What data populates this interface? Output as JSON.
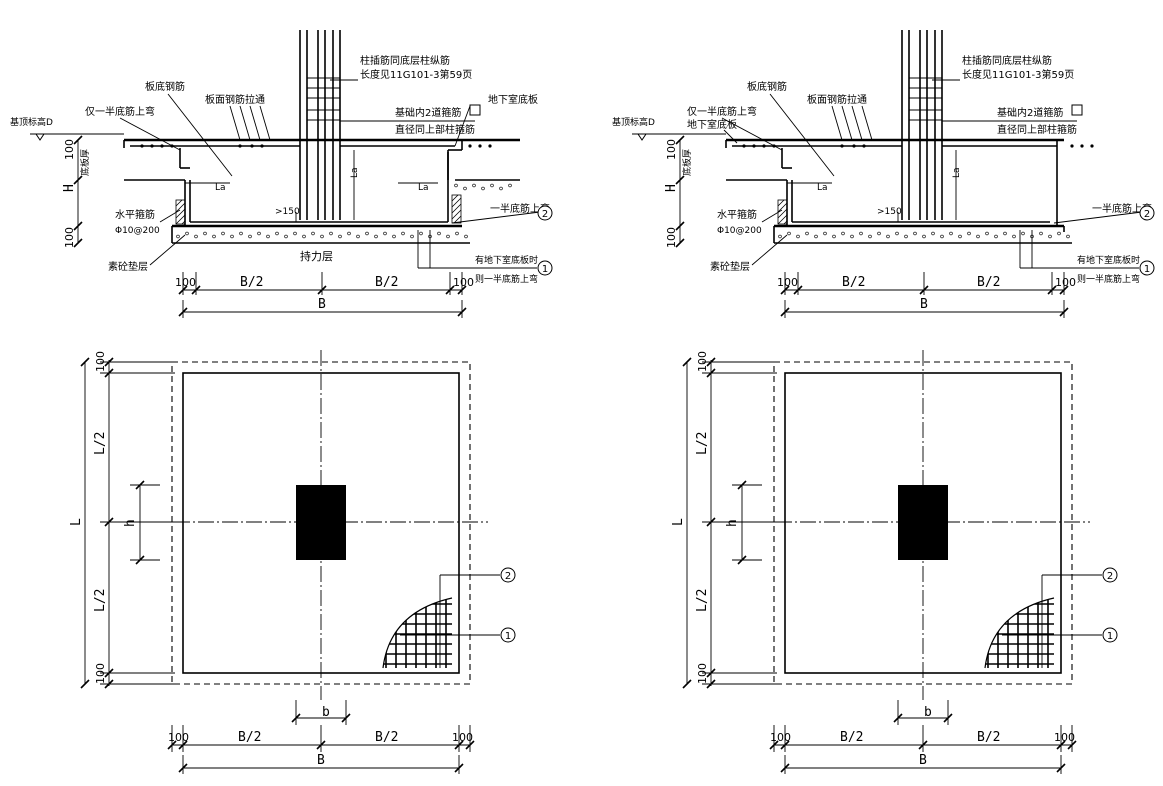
{
  "left_detail": {
    "section_labels": {
      "col_bar_note1": "柱插筋同底层柱纵筋",
      "col_bar_note2": "长度见11G101-3第59页",
      "bottom_rebar": "板底钢筋",
      "half_bottom_up": "仅一半底筋上弯",
      "top_rebar_tie": "板面钢筋拉通",
      "foundation_stirrup": "基础内2道箍筋",
      "basement_slab": "地下室底板",
      "same_diameter": "直径同上部柱箍筋",
      "top_elev": "基顶标高D",
      "slab_thk": "底板厚",
      "H": "H",
      "dim_100": "100",
      "dim_100b": "100",
      "horiz_stirrup": "水平箍筋",
      "stirrup_spec": "Φ10@200",
      "half_bottom_up2": "一半底筋上弯",
      "bearing_layer": "持力层",
      "concrete_cushion": "素砼垫层",
      "basement_note1": "有地下室底板时",
      "basement_note2": "则一半底筋上弯",
      "La1": "La",
      "La2": "La",
      "La3": "La",
      "gt150": ">150",
      "circle1": "1",
      "circle2": "2"
    },
    "section_dims": {
      "d100L": "100",
      "B2L": "B/2",
      "B2R": "B/2",
      "d100R": "100",
      "B": "B"
    },
    "plan_dims": {
      "d100top": "100",
      "L2top": "L/2",
      "L": "L",
      "L2bot": "L/2",
      "d100bot": "100",
      "h": "h",
      "b": "b",
      "d100L": "100",
      "B2L": "B/2",
      "B2R": "B/2",
      "d100R": "100",
      "B": "B",
      "c1": "1",
      "c2": "2"
    }
  },
  "right_detail": {
    "section_labels": {
      "col_bar_note1": "柱插筋同底层柱纵筋",
      "col_bar_note2": "长度见11G101-3第59页",
      "bottom_rebar": "板底钢筋",
      "half_bottom_up": "仅一半底筋上弯",
      "basement_slab_left": "地下室底板",
      "top_rebar_tie": "板面钢筋拉通",
      "foundation_stirrup": "基础内2道箍筋",
      "same_diameter": "直径同上部柱箍筋",
      "top_elev": "基顶标高D",
      "slab_thk": "底板厚",
      "H": "H",
      "dim_100": "100",
      "dim_100b": "100",
      "horiz_stirrup": "水平箍筋",
      "stirrup_spec": "Φ10@200",
      "half_bottom_up2": "一半底筋上弯",
      "concrete_cushion": "素砼垫层",
      "basement_note1": "有地下室底板时",
      "basement_note2": "则一半底筋上弯",
      "La1": "La",
      "La2": "La",
      "gt150": ">150",
      "circle1": "1",
      "circle2": "2"
    },
    "section_dims": {
      "d100L": "100",
      "B2L": "B/2",
      "B2R": "B/2",
      "d100R": "100",
      "B": "B"
    },
    "plan_dims": {
      "d100top": "100",
      "L2top": "L/2",
      "L": "L",
      "L2bot": "L/2",
      "d100bot": "100",
      "h": "h",
      "b": "b",
      "d100L": "100",
      "B2L": "B/2",
      "B2R": "B/2",
      "d100R": "100",
      "B": "B",
      "c1": "1",
      "c2": "2"
    }
  }
}
